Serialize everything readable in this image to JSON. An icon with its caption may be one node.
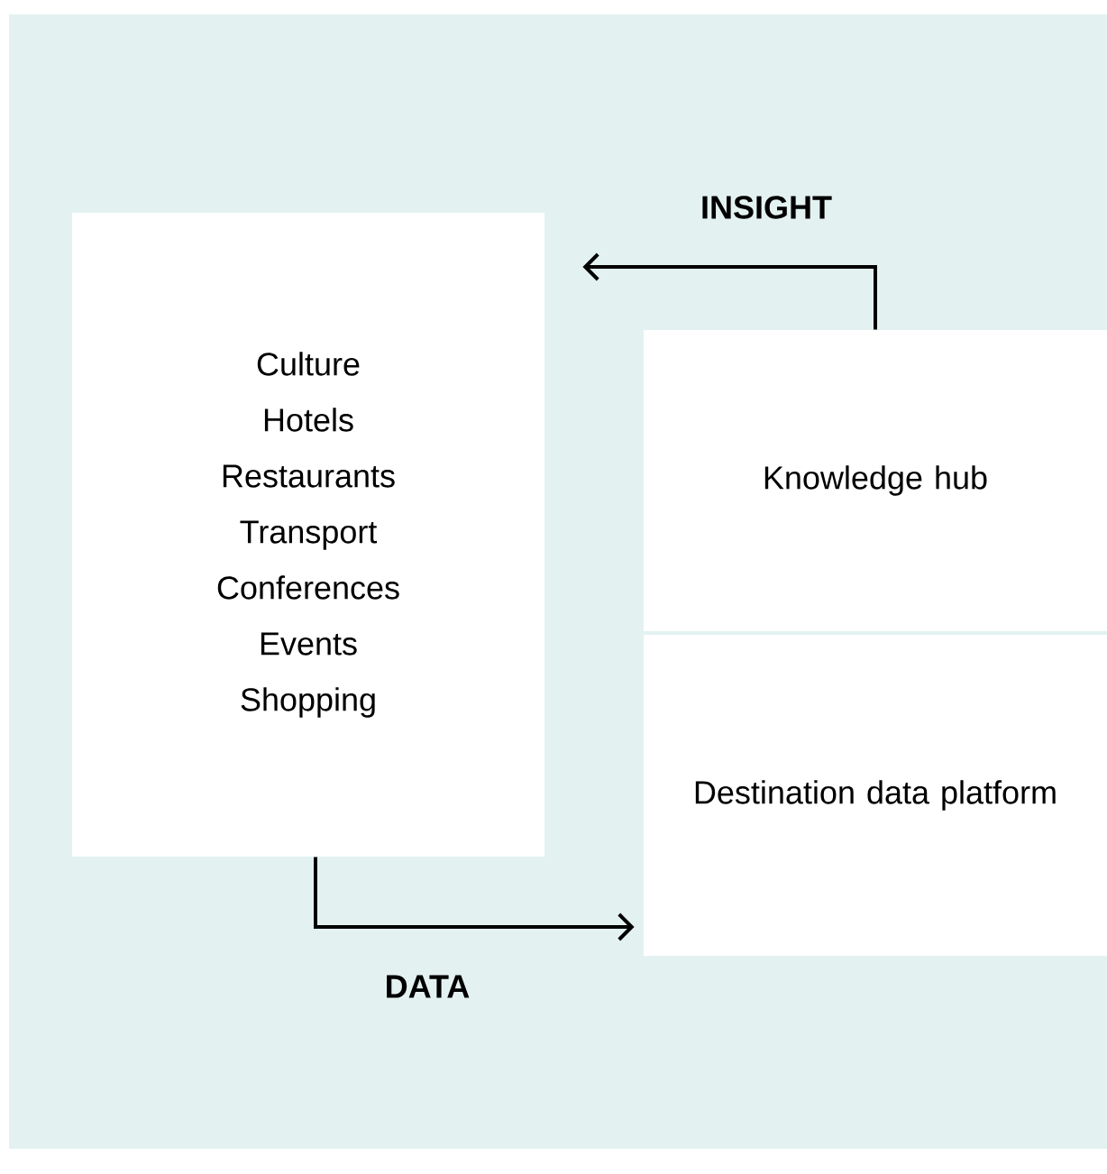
{
  "diagram": {
    "nodes": [
      {
        "text": [
          "Culture",
          "Hotels",
          "Restaurants",
          "Transport",
          "Conferences",
          "Events",
          "Shopping"
        ]
      },
      {
        "text": [
          "Knowledge hub"
        ]
      },
      {
        "text": [
          "Destination data platform"
        ]
      }
    ],
    "edges": [
      {
        "from": 1,
        "to": 0,
        "arrow": "to",
        "label": "INSIGHT"
      },
      {
        "from": 0,
        "to": 2,
        "arrow": "to",
        "label": "DATA"
      }
    ]
  }
}
